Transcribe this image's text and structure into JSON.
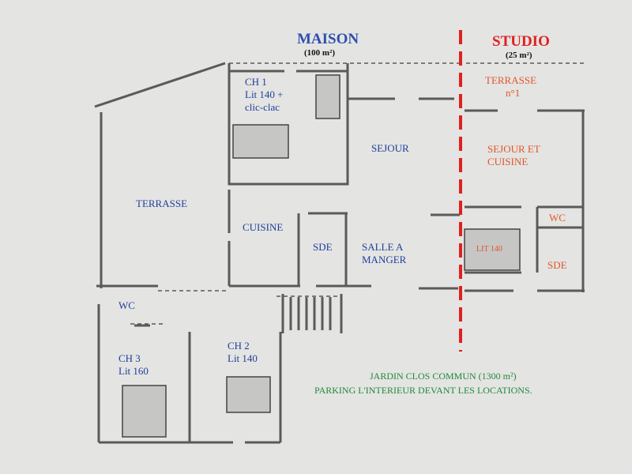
{
  "header": {
    "maison_title": "MAISON",
    "maison_area": "(100 m²)",
    "studio_title": "STUDIO",
    "studio_area": "(25 m²)"
  },
  "rooms": {
    "ch1_line1": "CH 1",
    "ch1_line2": "Lit 140 +",
    "ch1_line3": "clic-clac",
    "sejour": "SEJOUR",
    "terrasse": "TERRASSE",
    "cuisine": "CUISINE",
    "sde": "SDE",
    "salle_line1": "SALLE A",
    "salle_line2": "MANGER",
    "wc": "WC",
    "ch3_line1": "CH 3",
    "ch3_line2": "Lit 160",
    "ch2_line1": "CH 2",
    "ch2_line2": "Lit 140"
  },
  "studio_rooms": {
    "terrasse_line1": "TERRASSE",
    "terrasse_line2": "n°1",
    "sejour_line1": "SEJOUR ET",
    "sejour_line2": "CUISINE",
    "wc": "WC",
    "lit": "LIT 140",
    "sde": "SDE"
  },
  "notes": {
    "jardin": "JARDIN CLOS COMMUN (1300 m²)",
    "parking": "PARKING  L'INTERIEUR DEVANT LES LOCATIONS."
  },
  "colors": {
    "maison_text": "#1f3f9e",
    "studio_text": "#e0562a",
    "divider": "#e02020",
    "notes_text": "#1f8a3a"
  }
}
